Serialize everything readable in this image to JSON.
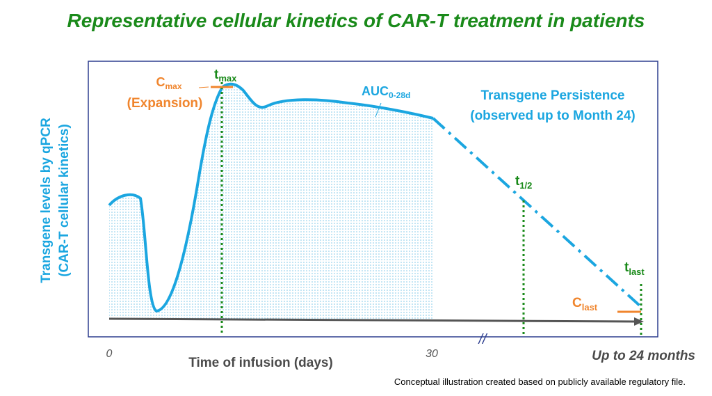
{
  "title": "Representative cellular kinetics of CAR-T treatment in patients",
  "y_axis": {
    "line1": "Transgene levels by qPCR",
    "line2": "(CAR-T cellular kinetics)"
  },
  "x_axis": {
    "label": "Time of infusion (days)",
    "tick_0": "0",
    "tick_30": "30",
    "end_label": "Up to 24 months",
    "break_mark": "//"
  },
  "annotations": {
    "cmax_main": "C",
    "cmax_sub": "max",
    "cmax_expansion": "(Expansion)",
    "tmax_main": "t",
    "tmax_sub": "max",
    "auc_main": "AUC",
    "auc_sub": "0-28d",
    "persistence_line1": "Transgene Persistence",
    "persistence_line2": "(observed up to Month 24)",
    "thalf_main": "t",
    "thalf_sub": "1/2",
    "tlast_main": "t",
    "tlast_sub": "last",
    "clast_main": "C",
    "clast_sub": "last"
  },
  "footnote": "Conceptual illustration created based on publicly available regulatory file.",
  "colors": {
    "curve": "#1ba6e0",
    "green": "#1a8a1a",
    "orange": "#f0852d",
    "frame": "#2e3f8f",
    "axis": "#555555"
  }
}
